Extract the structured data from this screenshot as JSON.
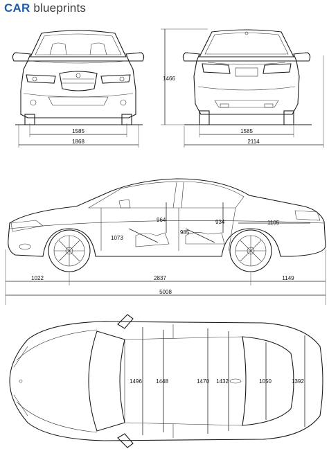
{
  "brand": {
    "part1": "CAR",
    "part2": "blueprints"
  },
  "front_view": {
    "track": "1585",
    "width": "1868"
  },
  "rear_view": {
    "track": "1585",
    "width_mirrors": "2114",
    "height": "1466"
  },
  "side_view": {
    "interior": [
      "964",
      "934",
      "1105",
      "1073",
      "985"
    ],
    "front_overhang": "1022",
    "wheelbase": "2837",
    "rear_overhang": "1149",
    "length": "5008"
  },
  "top_view": {
    "dims": [
      "1496",
      "1448",
      "1470",
      "1432",
      "1050",
      "1392"
    ]
  }
}
